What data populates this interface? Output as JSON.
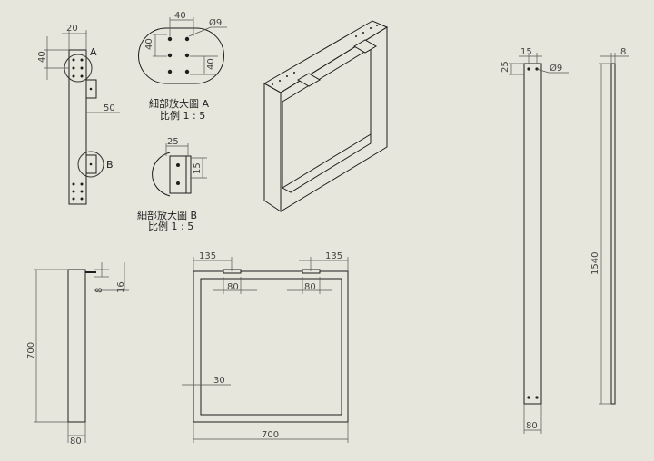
{
  "colors": {
    "background": "#e6e6dc",
    "line": "#1e1e1e",
    "dimension": "#555555",
    "hole_fill": "#ffffff"
  },
  "labels": {
    "detail_a_letter": "A",
    "detail_b_letter": "B",
    "detail_a_title": "細部放大圖 A",
    "detail_a_scale": "比例 1 : 5",
    "detail_b_title": "細部放大圖 B",
    "detail_b_scale": "比例 1 : 5"
  },
  "dimensions": {
    "side_20": "20",
    "side_40": "40",
    "side_50": "50",
    "detA_40_top": "40",
    "detA_phi9": "Ø9",
    "detA_40_left": "40",
    "detA_40_right": "40",
    "detB_25": "25",
    "detB_15": "15",
    "leg_8": "8",
    "leg_16": "16",
    "leg_700": "700",
    "leg_80": "80",
    "front_135_left": "135",
    "front_135_right": "135",
    "front_80_left": "80",
    "front_80_right": "80",
    "front_30": "30",
    "front_700": "700",
    "rail_15": "15",
    "rail_25": "25",
    "rail_phi9": "Ø9",
    "rail_1540": "1540",
    "rail_80": "80",
    "strip_8": "8"
  }
}
